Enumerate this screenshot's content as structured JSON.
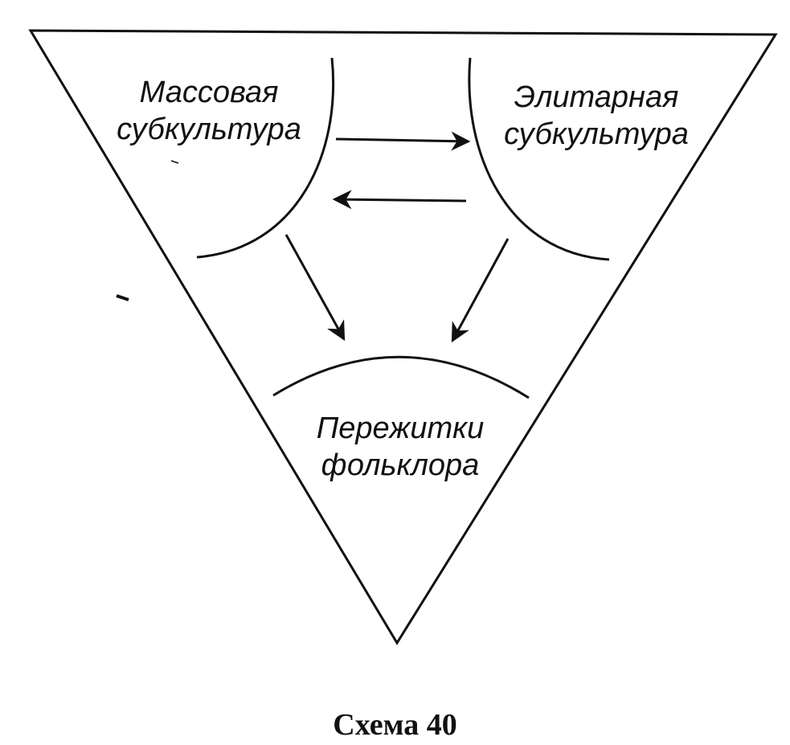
{
  "diagram": {
    "nodes": {
      "mass": {
        "line1": "Массовая",
        "line2": "субкультура"
      },
      "elite": {
        "line1": "Элитарная",
        "line2": "субкультура"
      },
      "folk": {
        "line1": "Пережитки",
        "line2": "фольклора"
      }
    },
    "edges": [
      {
        "from": "mass",
        "to": "elite"
      },
      {
        "from": "elite",
        "to": "mass"
      },
      {
        "from": "mass",
        "to": "folk"
      },
      {
        "from": "elite",
        "to": "folk"
      }
    ],
    "stroke_color": "#111111"
  },
  "caption": "Схема 40"
}
